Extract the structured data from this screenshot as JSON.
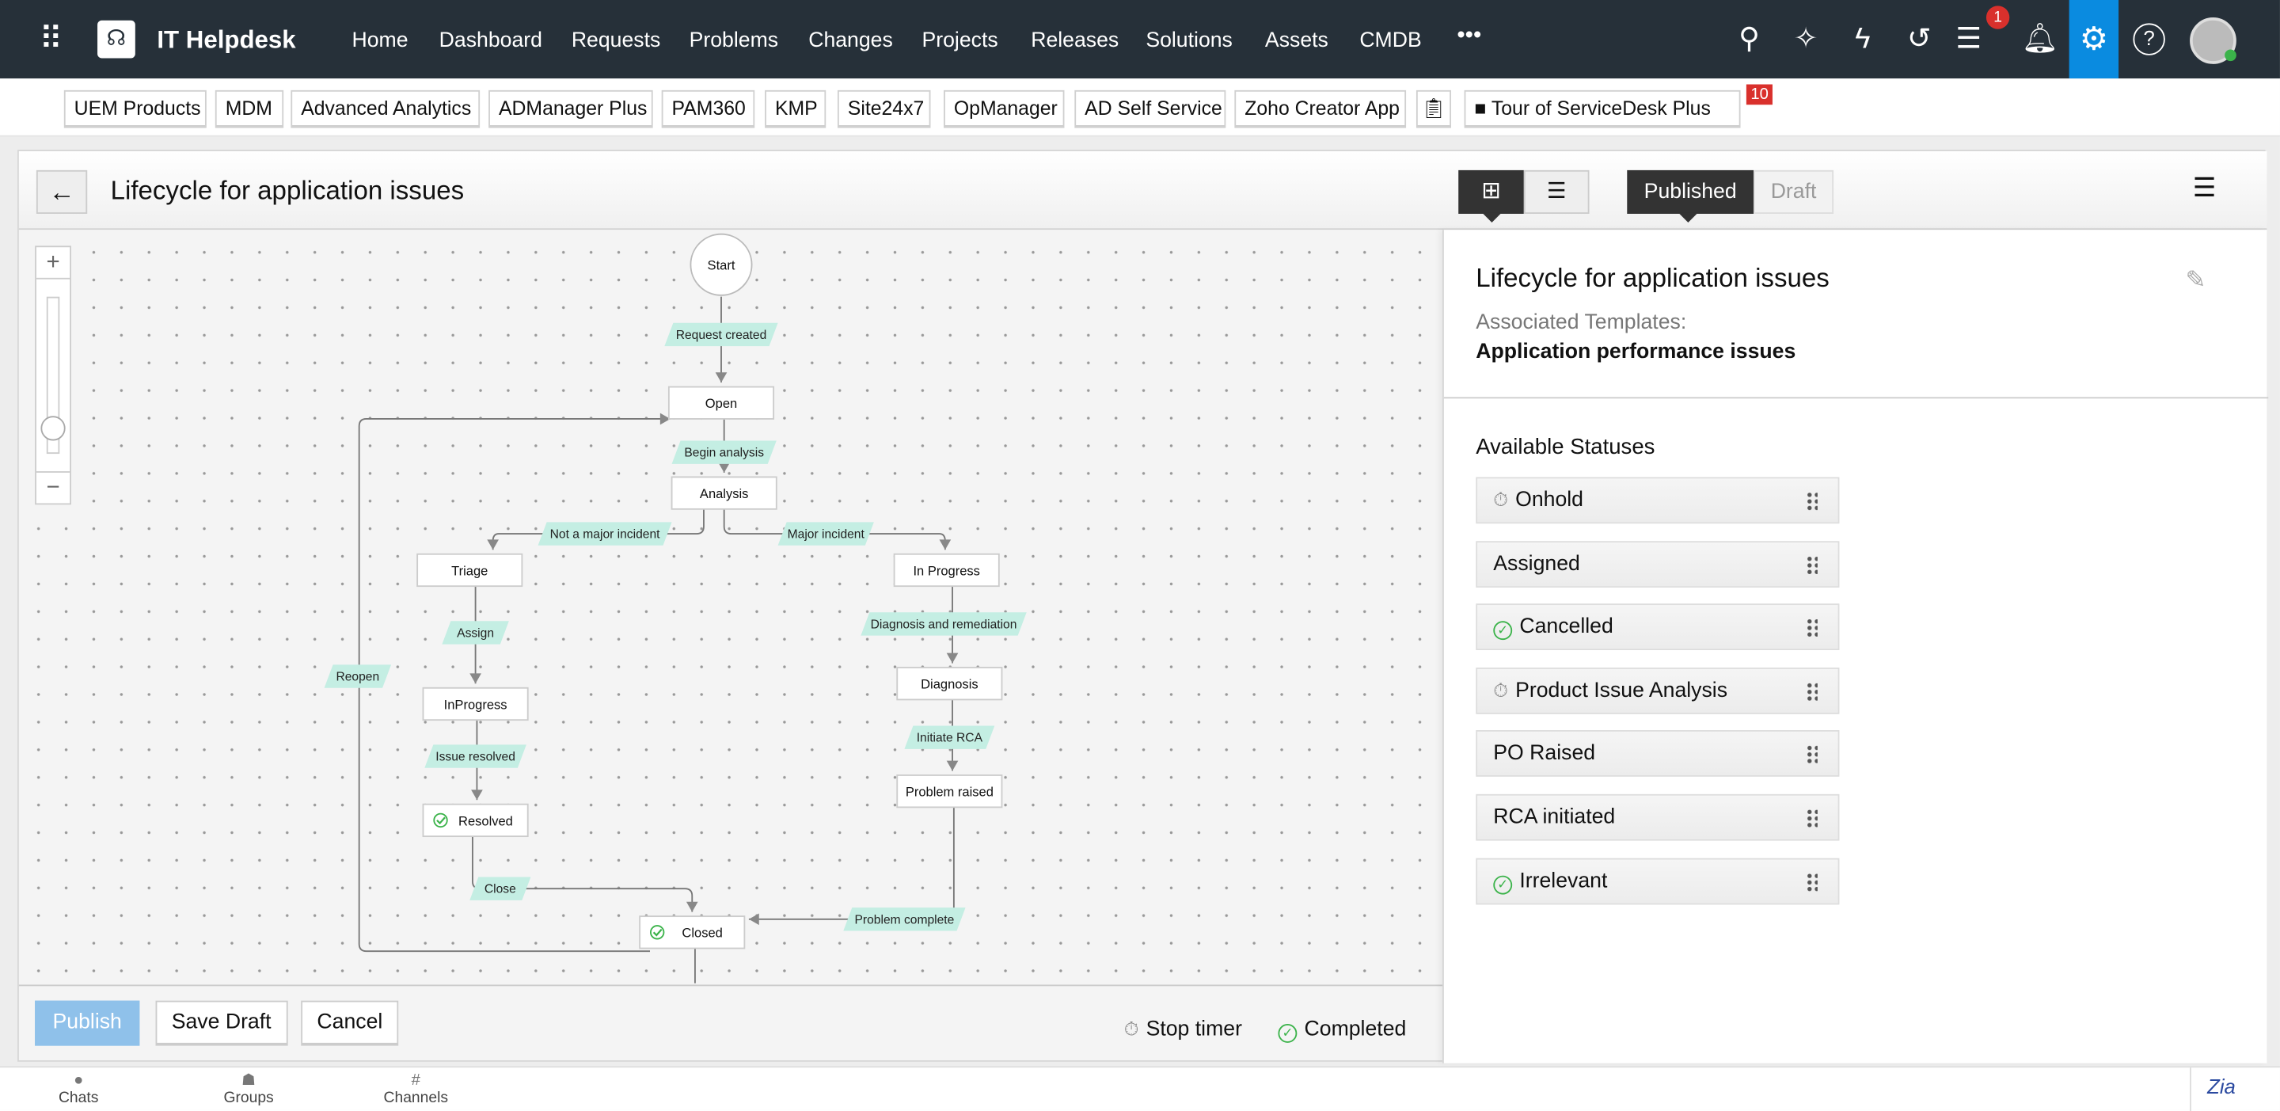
{
  "header": {
    "app_name": "IT Helpdesk",
    "nav": [
      "Home",
      "Dashboard",
      "Requests",
      "Problems",
      "Changes",
      "Projects",
      "Releases",
      "Solutions",
      "Assets",
      "CMDB"
    ],
    "more": "•••",
    "notification_count": "1",
    "accent": "#0a8be0"
  },
  "apps": {
    "items": [
      "UEM Products",
      "MDM",
      "Advanced Analytics",
      "ADManager Plus",
      "PAM360",
      "KMP",
      "Site24x7",
      "OpManager",
      "AD Self Service",
      "Zoho Creator App"
    ],
    "tour": "Tour of ServiceDesk Plus",
    "tour_badge": "10"
  },
  "page": {
    "title": "Lifecycle for application issues",
    "toggle": {
      "published": "Published",
      "draft": "Draft"
    }
  },
  "diagram": {
    "nodes": [
      {
        "label": "Start",
        "shape": "circle"
      },
      {
        "label": "Open"
      },
      {
        "label": "Analysis"
      },
      {
        "label": "Triage"
      },
      {
        "label": "In Progress"
      },
      {
        "label": "InProgress"
      },
      {
        "label": "Diagnosis"
      },
      {
        "label": "Resolved",
        "icon": "check-circle-icon"
      },
      {
        "label": "Problem raised"
      },
      {
        "label": "Closed",
        "icon": "check-circle-icon"
      }
    ],
    "transitions": [
      "Request created",
      "Begin analysis",
      "Not a major incident",
      "Major incident",
      "Assign",
      "Diagnosis and remediation",
      "Reopen",
      "Issue resolved",
      "Initiate RCA",
      "Close",
      "Problem complete"
    ],
    "transition_color": "#c4eee3"
  },
  "details": {
    "title": "Lifecycle for application issues",
    "templates_label": "Associated Templates:",
    "templates_value": "Application performance issues",
    "statuses_heading": "Available Statuses",
    "statuses": [
      {
        "label": "Onhold",
        "icon": "stopwatch-icon"
      },
      {
        "label": "Assigned",
        "icon": ""
      },
      {
        "label": "Cancelled",
        "icon": "check-circle-icon"
      },
      {
        "label": "Product Issue Analysis",
        "icon": "stopwatch-icon"
      },
      {
        "label": "PO Raised",
        "icon": ""
      },
      {
        "label": "RCA initiated",
        "icon": ""
      },
      {
        "label": "Irrelevant",
        "icon": "check-circle-icon"
      }
    ]
  },
  "footer": {
    "publish": "Publish",
    "save_draft": "Save Draft",
    "cancel": "Cancel",
    "legend_stop": "Stop timer",
    "legend_completed": "Completed"
  },
  "bottombar": {
    "chats": "Chats",
    "groups": "Groups",
    "channels": "Channels"
  }
}
